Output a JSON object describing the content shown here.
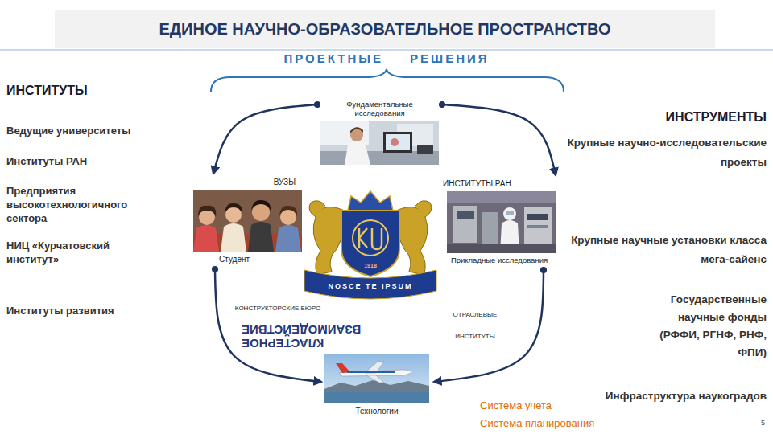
{
  "diagram": {
    "title": "ЕДИНОЕ НАУЧНО-ОБРАЗОВАТЕЛЬНОЕ ПРОСТРАНСТВО",
    "nodes": [
      {
        "text": [
          "Фундаментальные исследования"
        ]
      },
      {
        "text": [
          "ВУЗЫ",
          "Студент"
        ]
      },
      {
        "text": [
          "ИНСТИТУТЫ РАН",
          "Прикладные исследования"
        ]
      },
      {
        "text": [
          "Технологии"
        ]
      }
    ],
    "edges": [
      {
        "from": 0,
        "to": 1,
        "arrow": "to"
      },
      {
        "from": 0,
        "to": 2,
        "arrow": "to"
      },
      {
        "from": 1,
        "to": 3,
        "arrow": "to"
      },
      {
        "from": 2,
        "to": 3,
        "arrow": "to"
      }
    ],
    "labels": [
      "ПРОЕКТНЫЕ РЕШЕНИЯ",
      "ИНСТИТУТЫ",
      "Ведущие университеты",
      "Институты РАН",
      "Предприятия высокотехнологичного сектора",
      "НИЦ «Курчатовский институт»",
      "Институты развития",
      "ИНСТРУМЕНТЫ",
      "Крупные научно-исследовательские проекты",
      "Крупные научные установки класса мега-сайенс",
      "Государственные научные фонды (РФФИ, РГНФ, РНФ, ФПИ)",
      "Инфраструктура наукоградов",
      "NOSCE TE IPSUM",
      "1918",
      "КОНСТРУКТОРСКИЕ БЮРО",
      "ОТРАСЛЕВЫЕ ИНСТИТУТЫ",
      "КЛАСТЕРНОЕ ВЗАИМОДЕЙСТВИЕ",
      "Система учета",
      "Система планирования",
      "5"
    ]
  }
}
